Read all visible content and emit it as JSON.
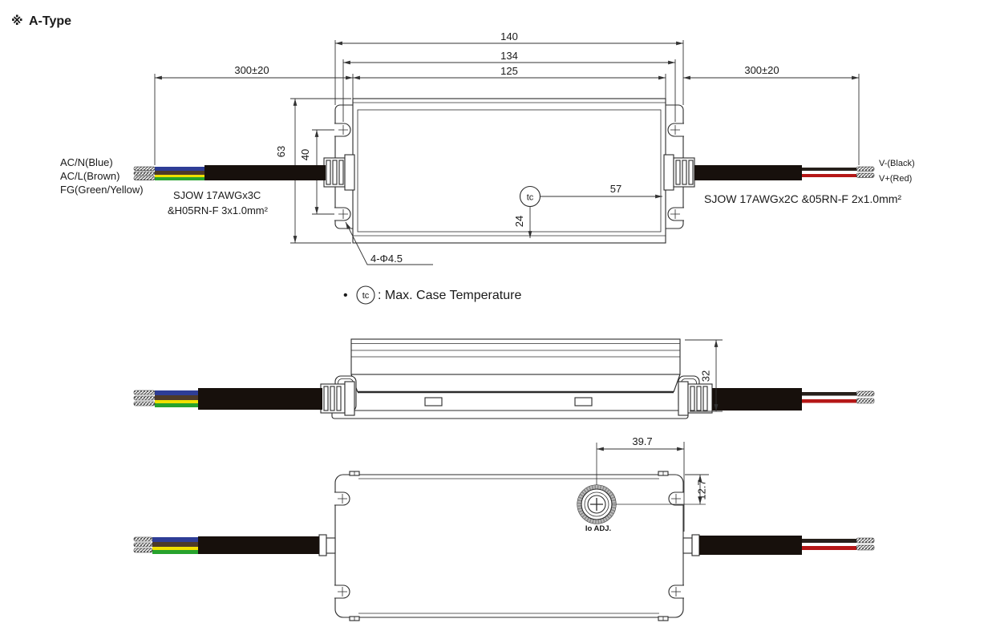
{
  "title": {
    "marker": "※",
    "text": "A-Type"
  },
  "note": {
    "bullet": "•",
    "symbol": "tc",
    "text": ": Max. Case Temperature"
  },
  "top_view": {
    "dim_140": "140",
    "dim_134": "134",
    "dim_125": "125",
    "dim_lead_left": "300±20",
    "dim_lead_right": "300±20",
    "dim_63": "63",
    "dim_40": "40",
    "dim_57": "57",
    "dim_24": "24",
    "dim_holes": "4-Φ4.5",
    "tc_symbol": "tc",
    "input_wire_labels": [
      "AC/N(Blue)",
      "AC/L(Brown)",
      "FG(Green/Yellow)"
    ],
    "input_cable_spec": [
      "SJOW 17AWGx3C",
      "&H05RN-F 3x1.0mm²"
    ],
    "output_wire_labels": [
      "V-(Black)",
      "V+(Red)"
    ],
    "output_cable_spec": "SJOW 17AWGx2C &05RN-F 2x1.0mm²"
  },
  "side_view": {
    "dim_32": "32"
  },
  "bottom_view": {
    "dim_39_7": "39.7",
    "dim_12_7": "12.7",
    "adjust_label": "Io ADJ."
  },
  "colors": {
    "line": "#2b2b2b",
    "wire_blue": "#2e3d96",
    "wire_brown": "#4d3a28",
    "wire_yellow": "#f0e000",
    "wire_green": "#27a22d",
    "wire_red": "#b51717",
    "wire_black": "#27201b",
    "cable_jacket": "#17100c",
    "pot_ring": "#bdbdbd"
  }
}
